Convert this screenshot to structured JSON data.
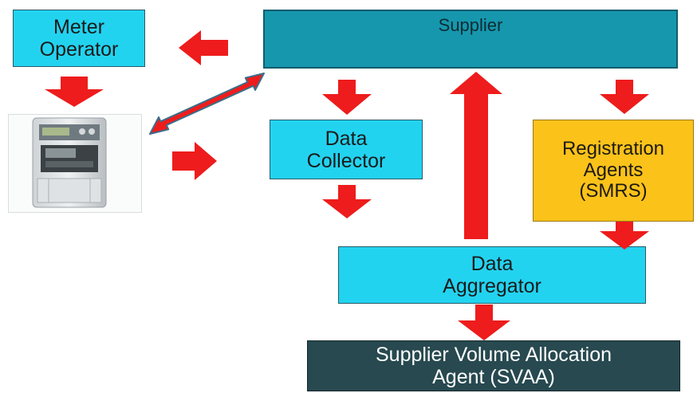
{
  "diagram": {
    "nodes": {
      "meter_operator": {
        "lines": [
          "Meter",
          "Operator"
        ]
      },
      "supplier": {
        "lines": [
          "Supplier"
        ]
      },
      "data_collector": {
        "lines": [
          "Data",
          "Collector"
        ]
      },
      "registration_agents": {
        "lines": [
          "Registration",
          "Agents",
          "(SMRS)"
        ]
      },
      "data_aggregator": {
        "lines": [
          "Data",
          "Aggregator"
        ]
      },
      "svaa": {
        "lines": [
          "Supplier Volume Allocation",
          "Agent (SVAA)"
        ]
      }
    },
    "colors": {
      "cyan_box": "#22d3f0",
      "supplier_box": "#1697ad",
      "registration_box": "#fbc21a",
      "svaa_box": "#27494f",
      "arrow": "#ee1c1c",
      "arrow_outline": "#3a6e8a"
    },
    "meter_image": {
      "icon": "electricity-meter-icon"
    }
  }
}
